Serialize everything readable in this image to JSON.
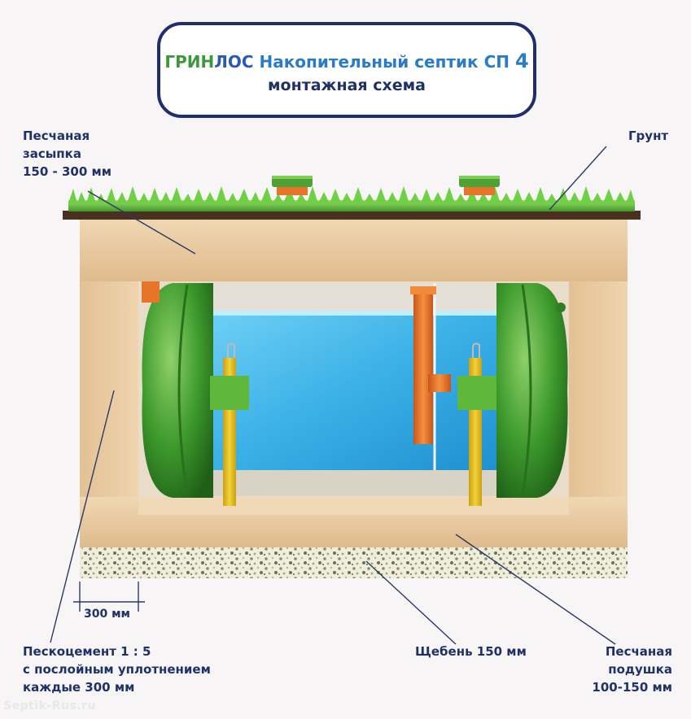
{
  "title": {
    "brand_part1": "ГРИН",
    "brand_part2": "ЛОС",
    "product": " Накопительный септик СП ",
    "model": "4",
    "subtitle": "монтажная схема"
  },
  "labels": {
    "sand_backfill": [
      "Песчаная",
      "засыпка",
      "150 - 300 мм"
    ],
    "ground": "Грунт",
    "width_dimension": "300 мм",
    "sand_cement": [
      "Пескоцемент 1 : 5",
      "с послойным уплотнением",
      "каждые 300 мм"
    ],
    "crushed_stone": "Щебень 150 мм",
    "sand_cushion": [
      "Песчаная",
      "подушка",
      "100-150 мм"
    ]
  },
  "watermark": "Septik-Rus.ru",
  "colors": {
    "title_border": "#1f2f6e",
    "text_dark_blue": "#1e3266",
    "brand_green": "#3a9a3a",
    "tank_green": "#3f9a2e",
    "sand": "#e8c9a0",
    "water": "#3fb4e8",
    "pipe_orange": "#e8742a",
    "strap_yellow": "#e8c020",
    "grass": "#5cc33a",
    "soil": "#4a3020"
  }
}
